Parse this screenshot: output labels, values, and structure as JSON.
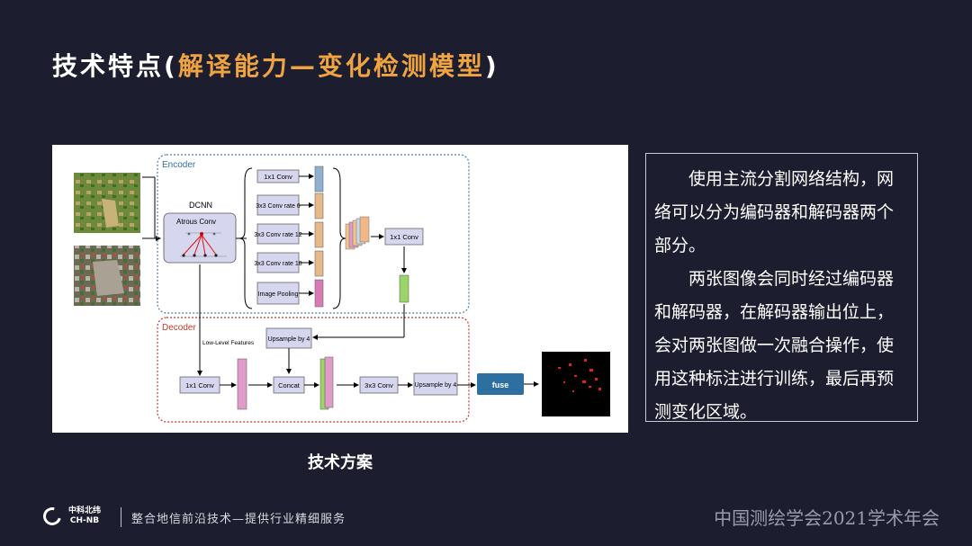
{
  "slide": {
    "title_prefix": "技术特点(",
    "title_highlight": "解译能力—变化检测模型",
    "title_suffix": ")",
    "figure_caption": "技术方案",
    "description": [
      "使用主流分割网络结构，网络可以分为编码器和解码器两个部分。",
      "两张图像会同时经过编码器和解码器，在解码器输出位上，会对两张图做一次融合操作，使用这种标注进行训练，最后再预测变化区域。"
    ]
  },
  "diagram": {
    "encoder_label": "Encoder",
    "decoder_label": "Decoder",
    "dcnn_label": "DCNN",
    "atrous_label": "Atrous Conv",
    "branches": [
      "1x1 Conv",
      "3x3 Conv rate 6",
      "3x3 Conv rate 12",
      "3x3 Conv rate 18",
      "Image Pooling"
    ],
    "enc_1x1": "1x1 Conv",
    "upsample_top": "Upsample by 4",
    "low_level": "Low-Level Features",
    "dec_1x1": "1x1 Conv",
    "concat": "Concat",
    "dec_3x3": "3x3 Conv",
    "upsample_bottom": "Upsample by 4",
    "fuse": "fuse"
  },
  "footer": {
    "logo_line1": "中科北纬",
    "logo_line2": "CH-NB",
    "slogan": "整合地信前沿技术—提供行业精细服务",
    "conference": "中国测绘学会2021学术年会"
  },
  "colors": {
    "background": "#1c1d2e",
    "title_highlight": "#f0a441",
    "encoder_border": "#4a7fa8",
    "decoder_border": "#c0392b",
    "fuse_box": "#2d6f9e"
  }
}
